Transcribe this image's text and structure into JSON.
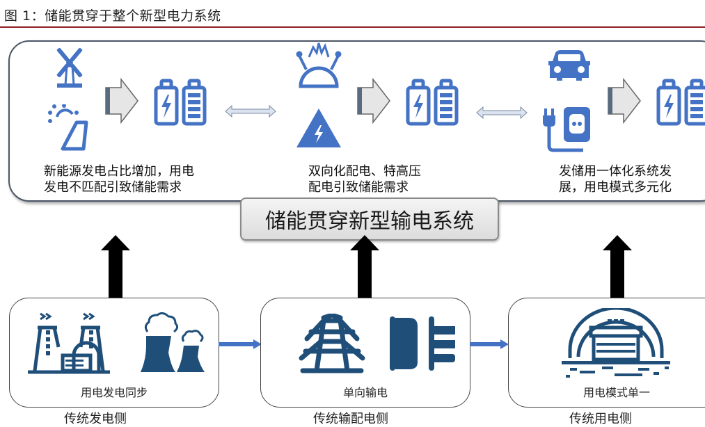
{
  "figure": {
    "title": "图 1：储能贯穿于整个新型电力系统"
  },
  "top_panel": {
    "stages": [
      {
        "id": "generation",
        "icons": [
          "wind-turbine-icon",
          "solar-panel-icon",
          "battery-charge-icon",
          "battery-level-icon"
        ],
        "caption_line1": "新能源发电占比增加，用电",
        "caption_line2": "发电不匹配引致储能需求"
      },
      {
        "id": "transmission",
        "icons": [
          "high-voltage-icon",
          "warning-lightning-icon",
          "battery-charge-icon",
          "battery-level-icon"
        ],
        "caption_line1": "双向化配电、特高压",
        "caption_line2": "配电引致储能需求"
      },
      {
        "id": "consumption",
        "icons": [
          "car-icon",
          "plug-socket-icon",
          "battery-charge-icon",
          "battery-level-icon"
        ],
        "caption_line1": "发储用一体化系统发",
        "caption_line2": "展，用电模式多元化"
      }
    ]
  },
  "center_label": "储能贯穿新型输电系统",
  "bottom_boxes": [
    {
      "caption": "用电发电同步",
      "icons": [
        "nuclear-plant-icon",
        "cooling-tower-icon"
      ],
      "clipped_label": "传统发电侧"
    },
    {
      "caption": "单向输电",
      "icons": [
        "transmission-tower-icon",
        "substation-icon"
      ],
      "clipped_label": "传统输配电侧"
    },
    {
      "caption": "用电模式单一",
      "icons": [
        "factory-building-icon"
      ],
      "clipped_label": "传统用电侧"
    }
  ],
  "colors": {
    "icon_blue": "#4472c4",
    "icon_dark_blue": "#1f4e79",
    "title_rule": "#8b1e24",
    "connector_arrow": "#4472c4",
    "up_arrow": "#000000"
  }
}
